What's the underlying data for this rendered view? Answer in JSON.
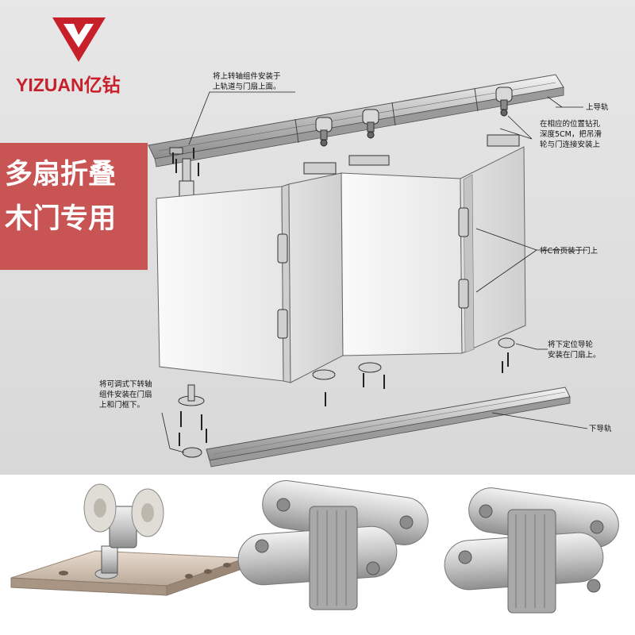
{
  "brand": {
    "name": "YIZUAN亿钻",
    "color": "#c8202a"
  },
  "promo": {
    "line1": "多扇折叠",
    "line2": "木门专用",
    "background": "#c95454"
  },
  "callouts": {
    "top_pivot": [
      "将上转轴组件安装于",
      "上轨道与门扇上面。"
    ],
    "upper_rail": "上导轨",
    "drill": [
      "在相应的位置钻孔",
      "深度5CM，把吊滑",
      "轮与门连接安装上"
    ],
    "c_hinge": "将C合页装于门上",
    "bottom_guide": [
      "将下定位导轮",
      "安装在门扇上。"
    ],
    "bottom_pivot": [
      "将可调式下转轴",
      "组件安装在门扇",
      "上和门框下。"
    ],
    "lower_rail": "下导轨"
  }
}
